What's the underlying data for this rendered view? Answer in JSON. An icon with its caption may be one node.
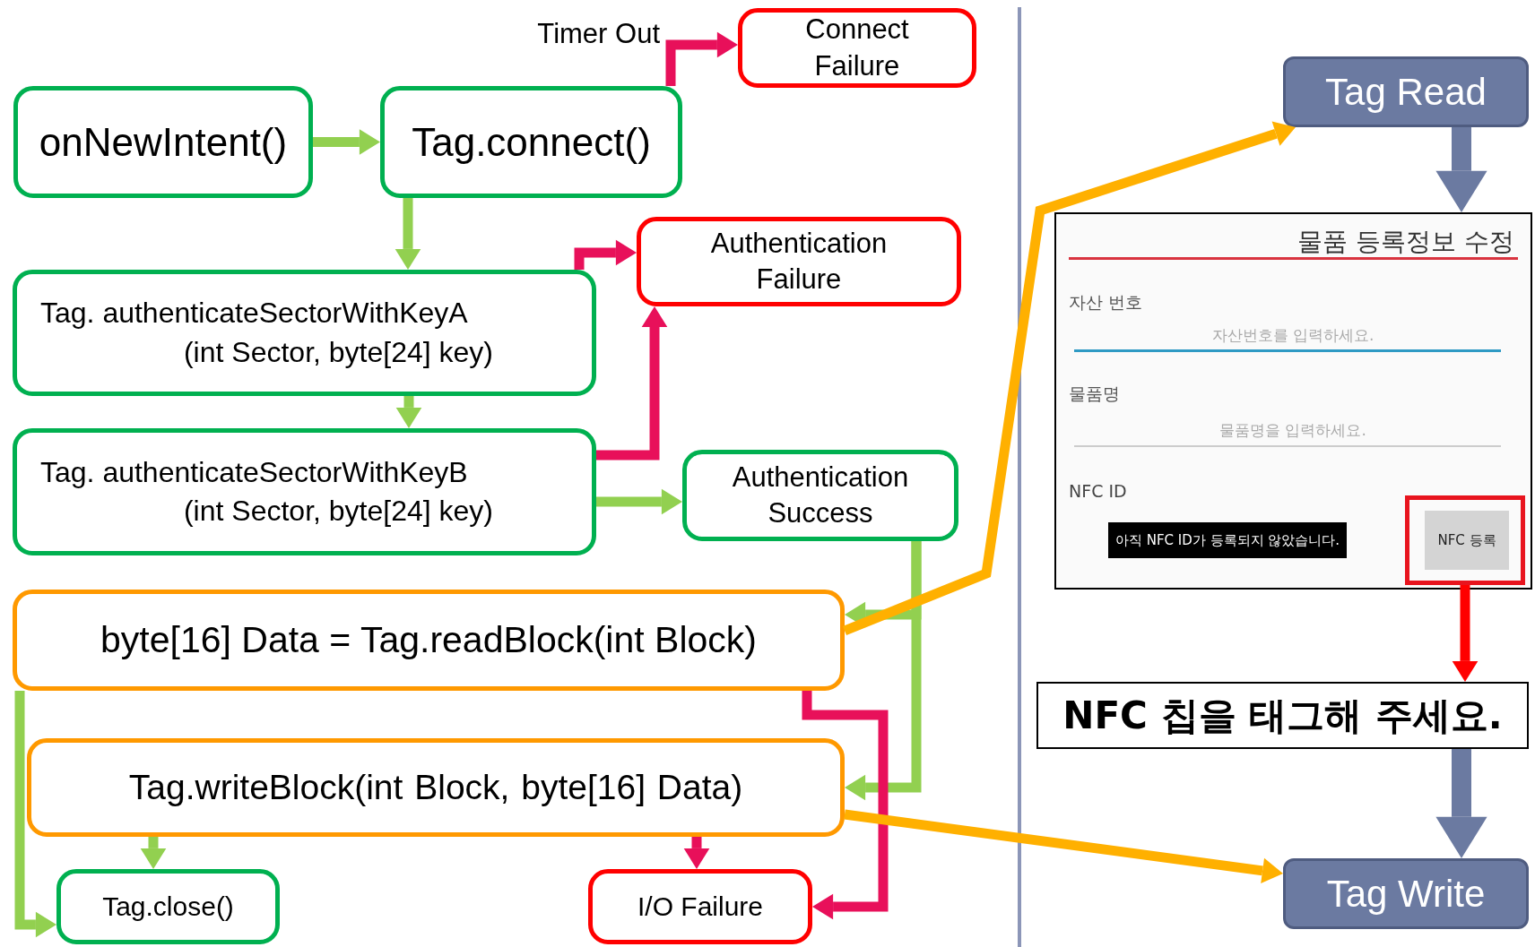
{
  "diagram": {
    "nodes": [
      {
        "text": [
          "onNewIntent()"
        ]
      },
      {
        "text": [
          "Tag.connect()"
        ]
      },
      {
        "text": [
          "Connect Failure"
        ]
      },
      {
        "text": [
          "Tag. authenticateSectorWithKeyA (int Sector, byte[24] key)"
        ]
      },
      {
        "text": [
          "Authentication Failure"
        ]
      },
      {
        "text": [
          "Tag. authenticateSectorWithKeyB (int Sector, byte[24] key)"
        ]
      },
      {
        "text": [
          "Authentication Success"
        ]
      },
      {
        "text": [
          "byte[16] Data = Tag.readBlock(int Block)"
        ]
      },
      {
        "text": [
          "Tag.writeBlock(int Block, byte[16] Data)"
        ]
      },
      {
        "text": [
          "Tag.close()"
        ]
      },
      {
        "text": [
          "I/O Failure"
        ]
      },
      {
        "text": [
          "Tag Read"
        ]
      },
      {
        "text": [
          "물품 등록정보 수정",
          "자산 번호",
          "자산번호를 입력하세요.",
          "물품명",
          "물품명을 입력하세요.",
          "NFC ID",
          "아직 NFC ID가 등록되지 않았습니다."
        ]
      },
      {
        "text": [
          "NFC 등록"
        ],
        "in": 12
      },
      {
        "text": [
          "NFC 칩을 태그해 주세요."
        ]
      },
      {
        "text": [
          "Tag Write"
        ]
      }
    ],
    "edges": [
      {
        "from": 0,
        "to": 1,
        "arrow": "to"
      },
      {
        "from": 1,
        "to": 2,
        "arrow": "to",
        "label": "Timer Out",
        "color": "#e8105a"
      },
      {
        "from": 1,
        "to": 3,
        "arrow": "to"
      },
      {
        "from": 3,
        "to": 4,
        "arrow": "to",
        "color": "#e8105a"
      },
      {
        "from": 3,
        "to": 5,
        "arrow": "to"
      },
      {
        "from": 5,
        "to": 4,
        "arrow": "to",
        "color": "#e8105a"
      },
      {
        "from": 5,
        "to": 6,
        "arrow": "to"
      },
      {
        "from": 6,
        "to": 7,
        "arrow": "to"
      },
      {
        "from": 6,
        "to": 8,
        "arrow": "to"
      },
      {
        "from": 7,
        "to": 9,
        "arrow": "to"
      },
      {
        "from": 7,
        "to": 10,
        "arrow": "to",
        "color": "#e8105a"
      },
      {
        "from": 8,
        "to": 9,
        "arrow": "to"
      },
      {
        "from": 8,
        "to": 10,
        "arrow": "to",
        "color": "#e8105a"
      },
      {
        "from": 7,
        "to": 11,
        "arrow": "to",
        "color": "#ffb000"
      },
      {
        "from": 8,
        "to": 15,
        "arrow": "to",
        "color": "#ffb000"
      },
      {
        "from": 11,
        "to": 12,
        "arrow": "to",
        "style": "thick",
        "color": "#6b7aa1"
      },
      {
        "from": 13,
        "to": 14,
        "arrow": "to",
        "color": "#ff0000"
      },
      {
        "from": 14,
        "to": 15,
        "arrow": "to",
        "style": "thick",
        "color": "#6b7aa1"
      }
    ]
  }
}
